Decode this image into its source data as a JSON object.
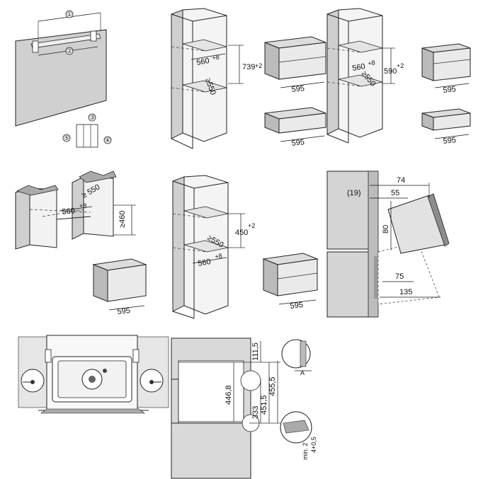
{
  "callouts": {
    "c1": "①",
    "c2": "②",
    "c3": "③",
    "c4": "④",
    "c5": "⑤"
  },
  "dims": {
    "tall1_width": "560",
    "tall1_width_tol": "+8",
    "tall1_height": "739",
    "tall1_height_tol": "+2",
    "tall1_depth": "≥550",
    "unit1_width": "595",
    "unit2_width": "595",
    "tall2_width": "560",
    "tall2_width_tol": "+8",
    "tall2_height": "590",
    "tall2_height_tol": "+2",
    "tall2_depth": "≥550",
    "unit3_width": "595",
    "unit4_width": "595",
    "base_depth": "≥ 550",
    "base_width": "560",
    "base_width_tol": "+8",
    "base_height": "≥460",
    "unit5_width": "595",
    "tall3_depth": "≥550",
    "tall3_height": "450",
    "tall3_height_tol": "+2",
    "tall3_width": "560",
    "tall3_width_tol": "+8",
    "unit6_width": "595",
    "side_74": "74",
    "side_19": "(19)",
    "side_55": "55",
    "side_80": "80",
    "side_75": "75",
    "side_135": "135",
    "sec_111_5": "111,5",
    "sec_446_8": "446,8",
    "sec_333": "333",
    "sec_451_5": "451,5",
    "sec_455_5": "455,5",
    "sec_A": "A",
    "sec_min2": "min. 2",
    "sec_4_05": "4+0,5"
  }
}
